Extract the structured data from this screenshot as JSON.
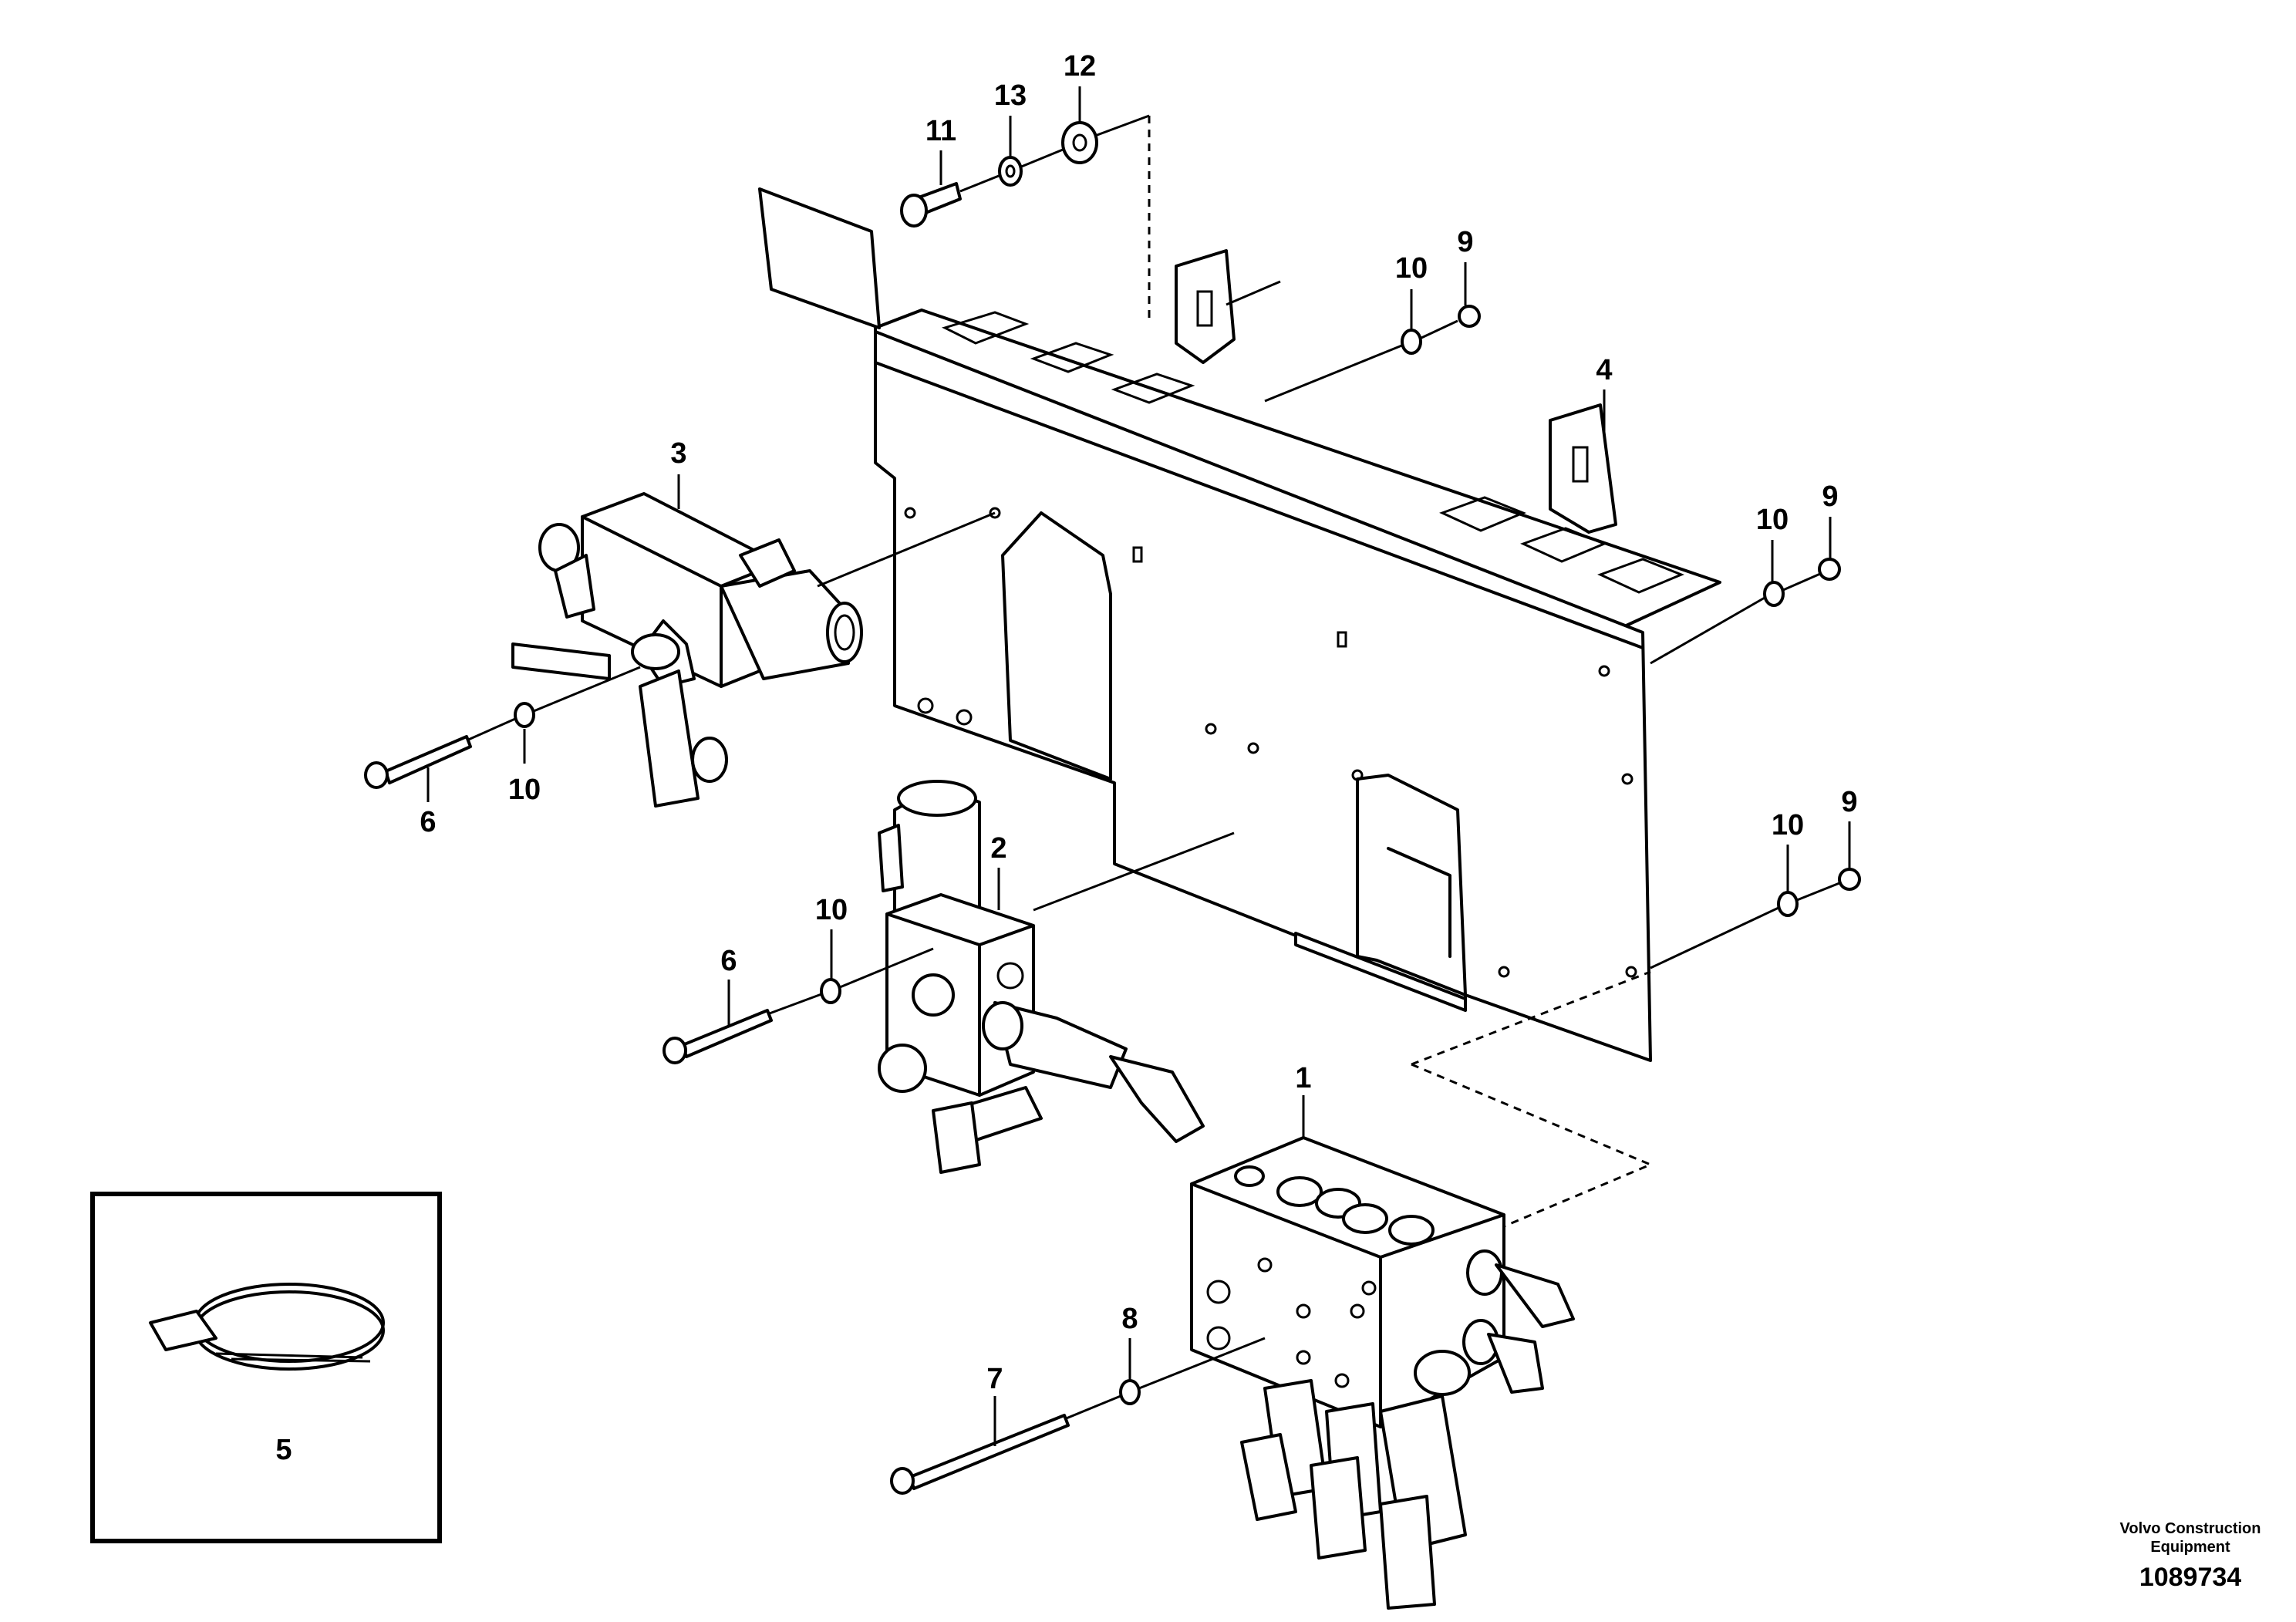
{
  "callouts": {
    "c1": "1",
    "c2": "2",
    "c3": "3",
    "c4": "4",
    "c5": "5",
    "c6a": "6",
    "c6b": "6",
    "c7": "7",
    "c8": "8",
    "c9a": "9",
    "c9b": "9",
    "c9c": "9",
    "c10a": "10",
    "c10b": "10",
    "c10c": "10",
    "c10d": "10",
    "c10e": "10",
    "c11": "11",
    "c12": "12",
    "c13": "13"
  },
  "footer": {
    "brand_line1": "Volvo Construction",
    "brand_line2": "Equipment",
    "doc_number": "1089734"
  }
}
